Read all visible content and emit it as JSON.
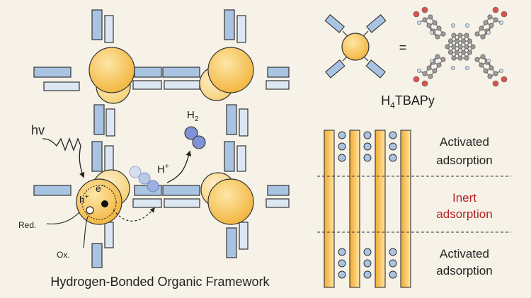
{
  "framework_label": "Hydrogen-Bonded Organic Framework",
  "photon_label": "hv",
  "electron_label": "e",
  "electron_sup": "−",
  "hole_label": "h",
  "hole_sup": "+",
  "proton_label": "H",
  "proton_sup": "+",
  "hydrogen_label": "H",
  "hydrogen_sub": "2",
  "red_label": "Red.",
  "ox_label": "Ox.",
  "equals_sign": "=",
  "molecule_label": "H",
  "molecule_sub": "4",
  "molecule_rest": "TBAPy",
  "zones": {
    "top": [
      "Activated",
      "adsorption"
    ],
    "middle": [
      "Inert",
      "adsorption"
    ],
    "bottom": [
      "Activated",
      "adsorption"
    ]
  },
  "colors": {
    "background": "#f6f2e8",
    "node_fill": "#f5c04e",
    "node_light": "#fbe3a6",
    "linker_blue": "#a9c4e2",
    "linker_light": "#dce7f3",
    "outline": "#3a3a3a",
    "inert_text": "#b22222",
    "h2_blue": "#7f93d6",
    "pore_wall": "#f0a63a"
  }
}
